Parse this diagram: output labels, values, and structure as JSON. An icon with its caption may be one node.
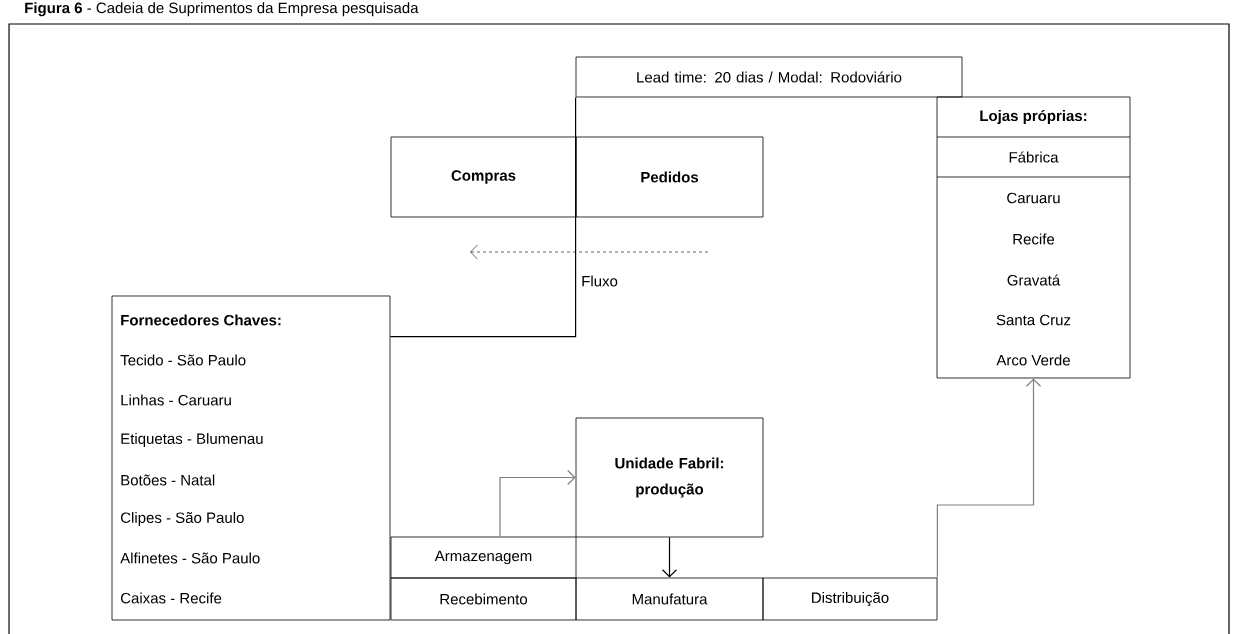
{
  "diagram": {
    "title": "**Figura 6** - Cadeia de Suprimentos da Empresa pesquisada",
    "nodes": [
      {
        "text": [
          "Lead time: 20 dias / Modal: Rodoviário"
        ]
      },
      {
        "text": [
          "Lojas próprias:",
          "Fábrica",
          "Caruaru",
          "Recife",
          "Gravatá",
          "Santa Cruz",
          "Arco Verde"
        ]
      },
      {
        "text": [
          "Compras"
        ]
      },
      {
        "text": [
          "Pedidos"
        ]
      },
      {
        "text": [
          "Fornecedores Chaves:",
          "Tecido - São Paulo",
          "Linhas - Caruaru",
          "Etiquetas - Blumenau",
          "Botões - Natal",
          "Clipes - São Paulo",
          "Alfinetes - São Paulo",
          "Caixas - Recife"
        ]
      },
      {
        "text": [
          "Unidade Fabril: produção"
        ]
      },
      {
        "text": [
          "Armazenagem"
        ]
      },
      {
        "text": [
          "Recebimento"
        ]
      },
      {
        "text": [
          "Manufatura"
        ]
      },
      {
        "text": [
          "Distribuição"
        ]
      }
    ],
    "edges": [
      {
        "from": 4,
        "to": 0,
        "arrow": "none"
      },
      {
        "from": 6,
        "to": 5,
        "arrow": "to",
        "color": "#7f7f7f"
      },
      {
        "from": 5,
        "to": 8,
        "arrow": "to"
      },
      {
        "from": 9,
        "to": 1,
        "arrow": "to",
        "color": "#7f7f7f"
      }
    ],
    "labels": [
      "Fluxo"
    ]
  }
}
